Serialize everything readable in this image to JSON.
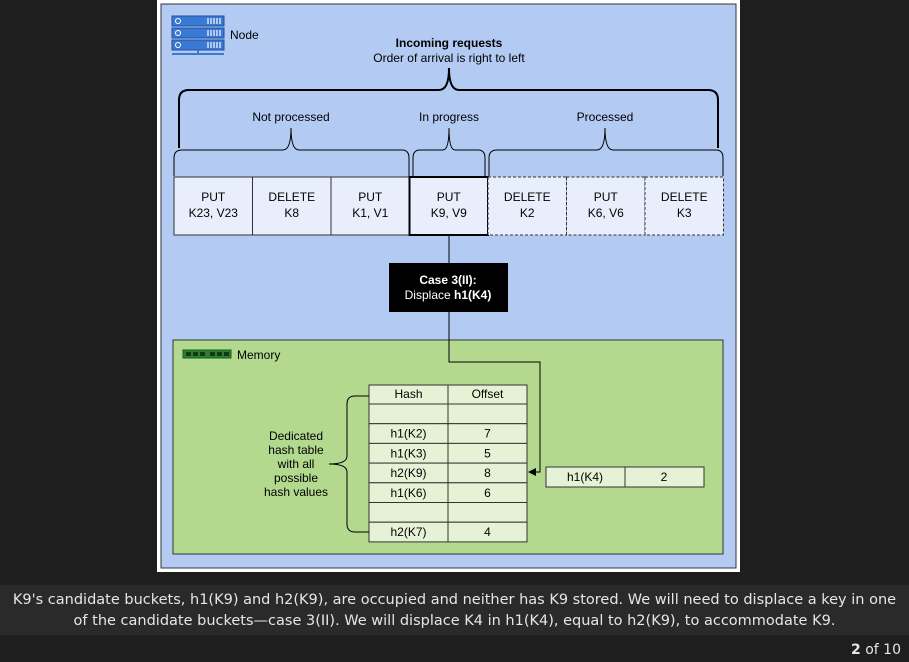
{
  "node_label": "Node",
  "memory_label": "Memory",
  "incoming": {
    "title": "Incoming requests",
    "subtitle": "Order of arrival is right to left"
  },
  "groups": {
    "not_processed": "Not processed",
    "in_progress": "In progress",
    "processed": "Processed"
  },
  "requests": [
    {
      "op": "PUT",
      "arg": "K23, V23",
      "state": "not_processed"
    },
    {
      "op": "DELETE",
      "arg": "K8",
      "state": "not_processed"
    },
    {
      "op": "PUT",
      "arg": "K1, V1",
      "state": "not_processed"
    },
    {
      "op": "PUT",
      "arg": "K9, V9",
      "state": "in_progress"
    },
    {
      "op": "DELETE",
      "arg": "K2",
      "state": "processed"
    },
    {
      "op": "PUT",
      "arg": "K6, V6",
      "state": "processed"
    },
    {
      "op": "DELETE",
      "arg": "K3",
      "state": "processed"
    }
  ],
  "case_box": {
    "line1": "Case 3(II):",
    "line2_prefix": "Displace ",
    "line2_bold": "h1(K4)"
  },
  "hash_table": {
    "headers": [
      "Hash",
      "Offset"
    ],
    "rows": [
      [
        "",
        ""
      ],
      [
        "h1(K2)",
        "7"
      ],
      [
        "h1(K3)",
        "5"
      ],
      [
        "h2(K9)",
        "8"
      ],
      [
        "h1(K6)",
        "6"
      ],
      [
        "",
        ""
      ],
      [
        "h2(K7)",
        "4"
      ]
    ]
  },
  "hash_table_label": [
    "Dedicated",
    "hash table",
    "with all",
    "possible",
    "hash values"
  ],
  "new_entry": [
    "h1(K4)",
    "2"
  ],
  "caption": "K9's candidate buckets, h1(K9) and h2(K9), are occupied and neither has K9 stored. We will need to displace a key in one of the candidate buckets—case 3(II). We will displace K4 in h1(K4), equal to h2(K9), to accommodate K9.",
  "pager": {
    "current": "2",
    "total": "of 10"
  },
  "colors": {
    "node_bg": "#b3cbf3",
    "memory_bg": "#b3d98f",
    "cell_bg": "#e8eefb",
    "table_bg": "#e6f2d6",
    "case_bg": "#000000"
  }
}
